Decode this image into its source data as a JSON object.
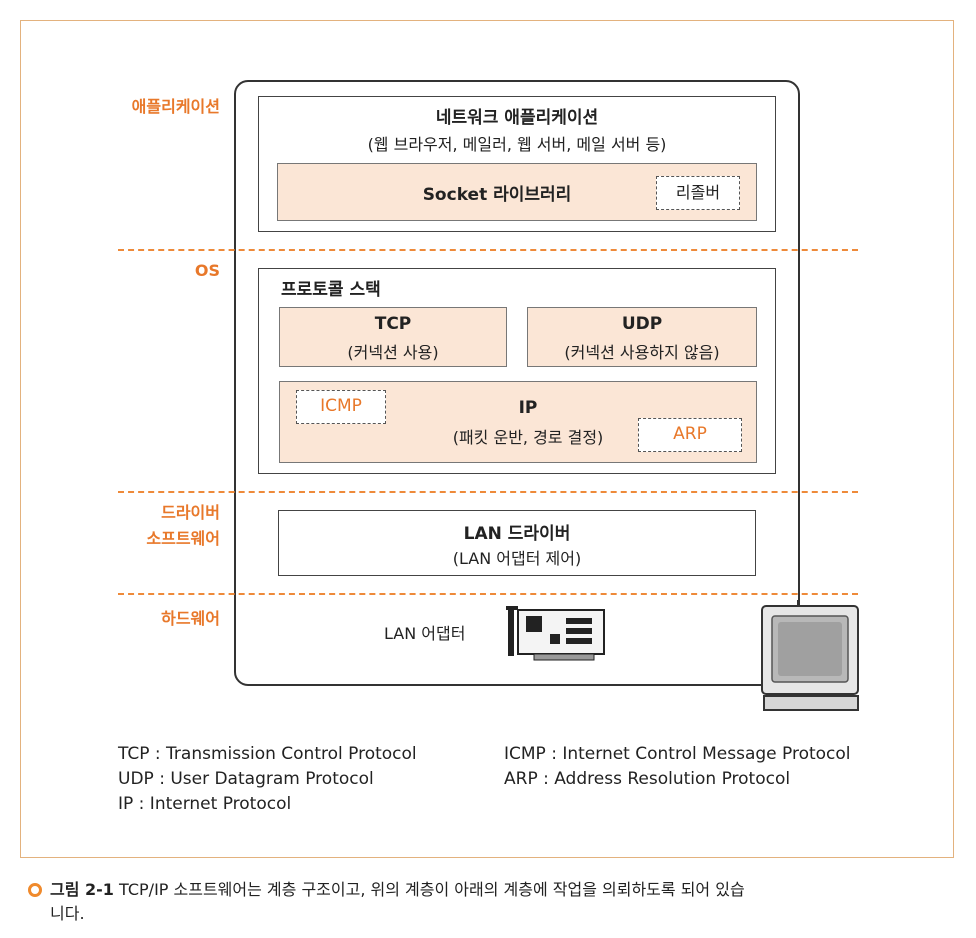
{
  "layers": {
    "application": "애플리케이션",
    "os": "OS",
    "driver_line1": "드라이버",
    "driver_line2": "소프트웨어",
    "hardware": "하드웨어"
  },
  "network_app": {
    "title": "네트워크 애플리케이션",
    "subtitle": "(웹 브라우저, 메일러, 웹 서버, 메일 서버 등)"
  },
  "socket": {
    "label": "Socket 라이브러리",
    "resolver": "리졸버"
  },
  "protocol_stack": {
    "title": "프로토콜 스택",
    "tcp": {
      "name": "TCP",
      "desc": "(커넥션 사용)"
    },
    "udp": {
      "name": "UDP",
      "desc": "(커넥션 사용하지 않음)"
    },
    "ip": {
      "name": "IP",
      "desc": "(패킷 운반, 경로 결정)"
    },
    "icmp": "ICMP",
    "arp": "ARP"
  },
  "lan_driver": {
    "title": "LAN 드라이버",
    "subtitle": "(LAN 어댑터 제어)"
  },
  "lan_adapter": "LAN 어댑터",
  "legend": {
    "tcp": "TCP : Transmission Control Protocol",
    "udp": "UDP : User Datagram Protocol",
    "ip": "IP : Internet Protocol",
    "icmp": "ICMP : Internet Control Message Protocol",
    "arp": "ARP : Address Resolution Protocol"
  },
  "caption": {
    "label": "그림 2-1",
    "text": "TCP/IP 소프트웨어는 계층 구조이고, 위의 계층이 아래의 계층에 작업을 의뢰하도록 되어 있습",
    "text2": "니다."
  },
  "colors": {
    "accent": "#e8782a",
    "box_fill": "#fbe6d6",
    "border": "#e3b27e"
  }
}
